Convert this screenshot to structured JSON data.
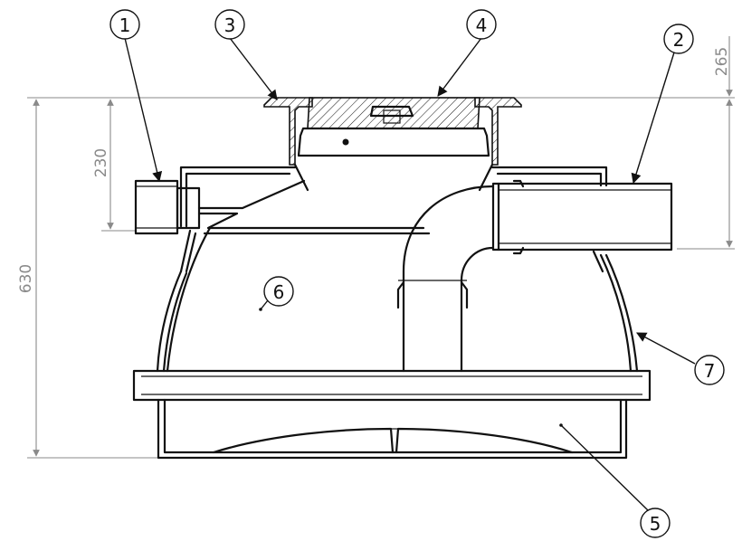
{
  "dimensions": {
    "dim_265": "265",
    "dim_230": "230",
    "dim_630": "630"
  },
  "callouts": {
    "c1": "1",
    "c2": "2",
    "c3": "3",
    "c4": "4",
    "c5": "5",
    "c6": "6",
    "c7": "7"
  },
  "colors": {
    "line": "#111111",
    "dimension": "#8a8a8a",
    "background": "#ffffff"
  }
}
